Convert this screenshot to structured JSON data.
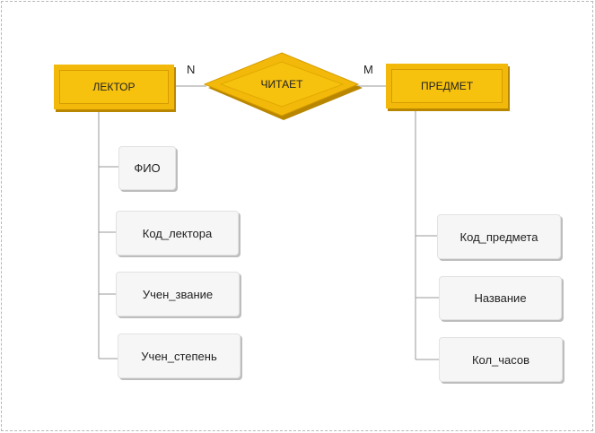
{
  "entities": {
    "lecturer": "ЛЕКТОР",
    "subject": "ПРЕДМЕТ"
  },
  "relationship": {
    "label": "ЧИТАЕТ",
    "left_cardinality": "N",
    "right_cardinality": "M"
  },
  "lecturer_attributes": [
    "ФИО",
    "Код_лектора",
    "Учен_звание",
    "Учен_степень"
  ],
  "subject_attributes": [
    "Код_предмета",
    "Название",
    "Кол_часов"
  ],
  "colors": {
    "entity_fill": "#f7c20e",
    "entity_shadow": "#b98600",
    "attribute_fill": "#f6f6f6",
    "line": "#9a9a9a"
  }
}
